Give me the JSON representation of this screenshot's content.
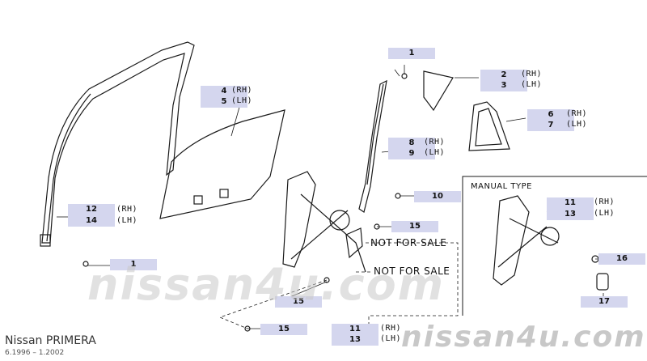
{
  "labels": {
    "l1_top": "1",
    "l2": "2",
    "l3": "3",
    "l4": "4",
    "l5": "5",
    "l6": "6",
    "l7": "7",
    "l8": "8",
    "l9": "9",
    "l10": "10",
    "l12": "12",
    "l14": "14",
    "l1_bottom": "1",
    "l15_a": "15",
    "l15_b": "15",
    "l15_c": "15",
    "l11_manual": "11",
    "l13_manual": "13",
    "l16": "16",
    "l17": "17",
    "l11_bottom": "11",
    "l13_bottom": "13"
  },
  "sides": {
    "rh": "(RH)",
    "lh": "(LH)"
  },
  "notes": {
    "not_for_sale_1": "NOT FOR SALE",
    "not_for_sale_2": "NOT FOR SALE",
    "manual_type": "MANUAL TYPE"
  },
  "watermarks": {
    "center": "nissan4u.com",
    "corner": "nissan4u.com"
  },
  "footer": {
    "model": "Nissan PRIMERA",
    "years": "6.1996 – 1.2002"
  }
}
